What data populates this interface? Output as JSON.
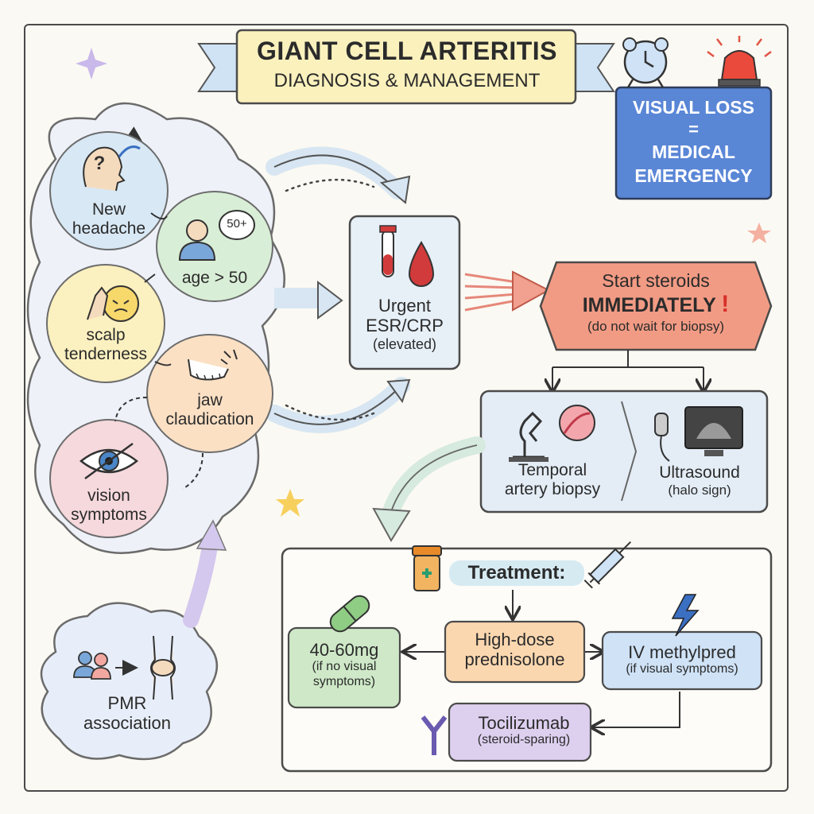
{
  "title": {
    "line1": "GIANT CELL ARTERITIS",
    "line2": "DIAGNOSIS & MANAGEMENT"
  },
  "emergency": {
    "line1": "VISUAL LOSS",
    "line2": "=",
    "line3": "MEDICAL",
    "line4": "EMERGENCY"
  },
  "symptoms": {
    "headache": {
      "line1": "New",
      "line2": "headache"
    },
    "age": {
      "badge": "50+",
      "label": "age > 50"
    },
    "scalp": {
      "line1": "scalp",
      "line2": "tenderness"
    },
    "jaw": {
      "line1": "jaw",
      "line2": "claudication"
    },
    "vision": {
      "line1": "vision",
      "line2": "symptoms"
    }
  },
  "pmr": {
    "line1": "PMR",
    "line2": "association"
  },
  "labs": {
    "line1": "Urgent",
    "line2": "ESR/CRP",
    "line3": "(elevated)"
  },
  "steroids": {
    "line1": "Start steroids",
    "line2": "IMMEDIATELY",
    "mark": "!",
    "line3": "(do not wait for biopsy)"
  },
  "diagnostics": {
    "biopsy": {
      "line1": "Temporal",
      "line2": "artery biopsy"
    },
    "ultrasound": {
      "line1": "Ultrasound",
      "line2": "(halo sign)"
    }
  },
  "treatment": {
    "title": "Treatment:",
    "prednisolone": {
      "line1": "High-dose",
      "line2": "prednisolone"
    },
    "dose": {
      "line1": "40-60mg",
      "line2": "(if no visual",
      "line3": "symptoms)"
    },
    "iv": {
      "line1": "IV methylpred",
      "line2": "(if visual symptoms)"
    },
    "tocilizumab": {
      "line1": "Tocilizumab",
      "line2": "(steroid-sparing)"
    }
  },
  "colors": {
    "blue_bubble": "#d8e8f5",
    "green_bubble": "#d9eed6",
    "yellow_bubble": "#fbf0bf",
    "orange_bubble": "#fbe0c4",
    "pink_bubble": "#f6d9dd",
    "cloud": "#e9eef8",
    "emergency_box": "#5a86d6",
    "steroid_box": "#f29b84",
    "treatment_green": "#cfe9c8",
    "treatment_orange": "#fbd7b0",
    "treatment_blue": "#cfe2f6",
    "treatment_purple": "#ddd0ef",
    "title_banner": "#fbf1bd"
  }
}
